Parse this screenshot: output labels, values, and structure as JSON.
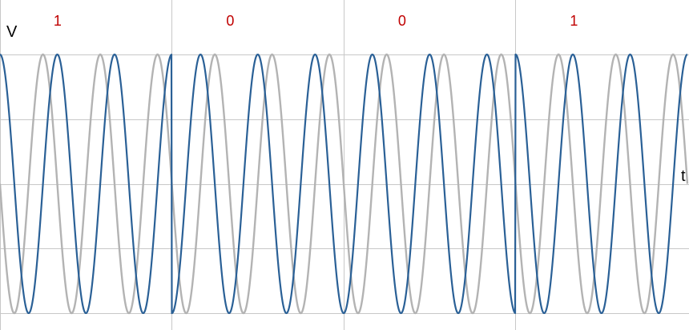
{
  "chart_data": {
    "type": "line",
    "title": "",
    "xlabel": "t",
    "ylabel": "V",
    "ylim": [
      -1,
      1
    ],
    "grid": true,
    "bits": [
      "1",
      "0",
      "0",
      "1"
    ],
    "bit_label_color": "#c00000",
    "cycles_per_bit": 3,
    "series": [
      {
        "role": "modulated",
        "color": "#2a6096",
        "phase_by_bit": {
          "1": 0,
          "0": 180
        }
      },
      {
        "role": "carrier",
        "color": "#b3b3b3",
        "phase_by_bit": {
          "1": 90,
          "0": 90
        }
      }
    ]
  }
}
